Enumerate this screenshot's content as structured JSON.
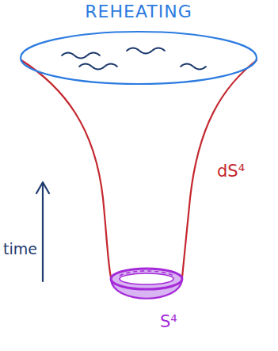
{
  "diagram": {
    "labels": [
      "REHEATING",
      "dS⁴",
      "time",
      "S⁴"
    ]
  }
}
